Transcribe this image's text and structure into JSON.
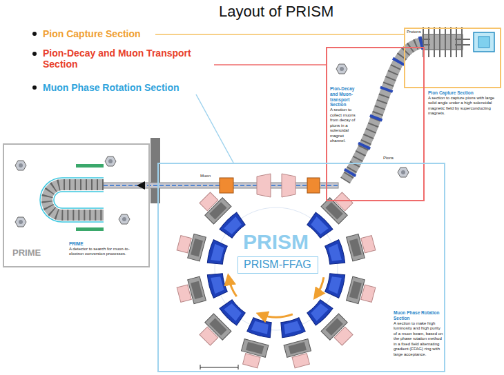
{
  "diagram": {
    "title": "Layout of PRISM",
    "nodes": [
      {
        "text": [
          "Pion Capture Section",
          "A section to capture pions with large solid angle under a high solenoidal magnetic field by superconducting magnets."
        ]
      },
      {
        "text": [
          "Pion-Decay and Muon-transport Section",
          "A section to collect muons from decay of pions in a solenoidal magnet channel."
        ]
      },
      {
        "text": [
          "Muon Phase Rotation Section",
          "A section to make high luminosity and high purity of a muon beam, based on the phase rotation method in a fixed field alternating gradient (FFAG) ring with large acceptance."
        ]
      },
      {
        "text": [
          "PRISM-FFAG"
        ],
        "in": 2
      },
      {
        "text": [
          "PRIME",
          "A detector to search for muon-to-electron conversion processes."
        ]
      }
    ],
    "labels": [
      "Pion Capture Section",
      "Pion-Decay and Muon Transport Section",
      "Muon Phase Rotation Section",
      "Protons",
      "Pions",
      "Muon",
      "PRISM",
      "PRIME"
    ]
  }
}
